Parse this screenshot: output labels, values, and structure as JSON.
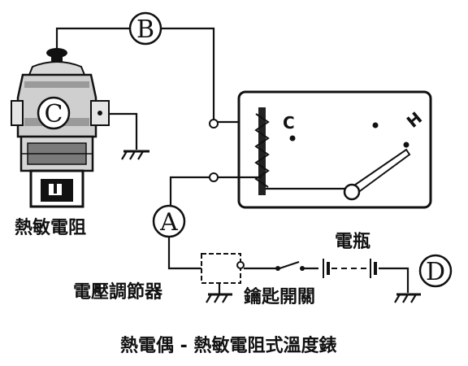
{
  "labels": {
    "B": "B",
    "C": "C",
    "A": "A",
    "D": "D",
    "thermistor": "熱敏電阻",
    "battery": "電瓶",
    "voltage_regulator": "電壓調節器",
    "key_switch": "鑰匙開關",
    "gauge_cold": "C",
    "gauge_hot": "H"
  },
  "caption": "熱電偶 - 熱敏電阻式溫度錶",
  "colors": {
    "ink": "#111111",
    "paper": "#ffffff"
  },
  "icons": [
    "ground-symbol",
    "thermistor-sensor",
    "gauge-needle",
    "battery-cells",
    "switch-contacts"
  ]
}
